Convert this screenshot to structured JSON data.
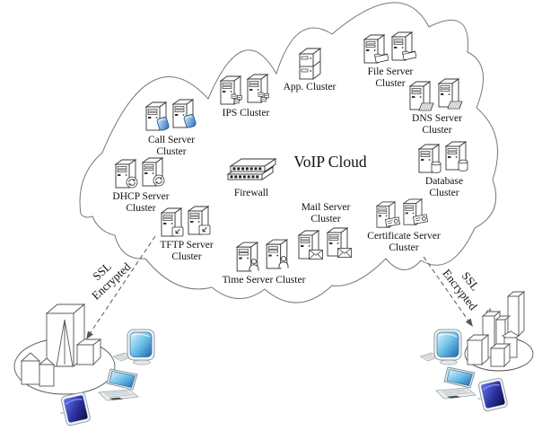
{
  "title": "VoIP Cloud",
  "clusters": {
    "call": {
      "line1": "Call Server",
      "line2": "Cluster"
    },
    "ips": {
      "line1": "IPS Cluster"
    },
    "app": {
      "line1": "App. Cluster"
    },
    "file": {
      "line1": "File Server",
      "line2": "Cluster"
    },
    "dns": {
      "line1": "DNS Server",
      "line2": "Cluster"
    },
    "database": {
      "line1": "Database",
      "line2": "Cluster"
    },
    "dhcp": {
      "line1": "DHCP Server",
      "line2": "Cluster"
    },
    "firewall": {
      "line1": "Firewall"
    },
    "mail": {
      "line1": "Mail Server",
      "line2": "Cluster"
    },
    "tftp": {
      "line1": "TFTP Server",
      "line2": "Cluster"
    },
    "time": {
      "line1": "Time Server Cluster"
    },
    "certificate": {
      "line1": "Certificate Server",
      "line2": "Cluster"
    }
  },
  "links": {
    "left": {
      "line1": "SSL",
      "line2": "Encrypted"
    },
    "right": {
      "line1": "SSL",
      "line2": "Encrypted"
    }
  },
  "colors": {
    "accent_blue": "#2a6fbf",
    "screen_blue": "#1e66ad",
    "tablet_navy": "#101645",
    "line_art": "#333333",
    "cloud_stroke": "#777777"
  }
}
